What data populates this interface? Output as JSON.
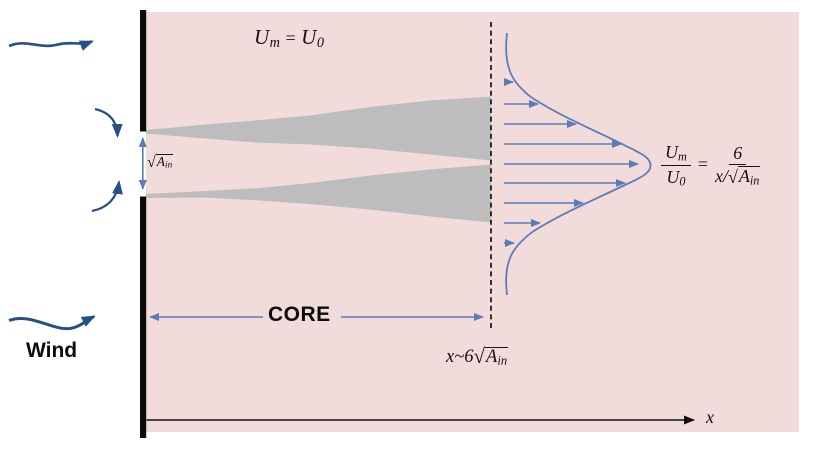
{
  "title": "Wind jet core flow diagram",
  "colors": {
    "pink": "#f2dcdb",
    "gray": "#bdbdbd",
    "blue": "#5b7cb8",
    "navy": "#27508a",
    "black": "#111111"
  },
  "labels": {
    "um_u0": {
      "u1": "U",
      "sub1": "m",
      "eq": " = ",
      "u2": "U",
      "sub2": "0"
    },
    "sqrt_ain": {
      "radical": "√",
      "base": "A",
      "sub": "in"
    },
    "core": "CORE",
    "wind": "Wind",
    "x_axis": "x",
    "x_scale": {
      "prefix": "x~6",
      "radical": "√",
      "base": "A",
      "sub": "in"
    },
    "formula": {
      "lhs_num_base": "U",
      "lhs_num_sub": "m",
      "lhs_den_base": "U",
      "lhs_den_sub": "0",
      "eq": "=",
      "rhs_num": "6",
      "rhs_den_prefix": "x/",
      "rhs_den_radical": "√",
      "rhs_den_base": "A",
      "rhs_den_sub": "in"
    }
  }
}
